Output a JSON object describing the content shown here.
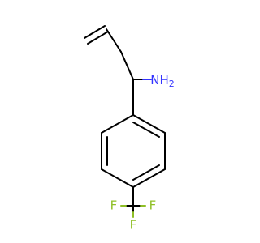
{
  "molecule": {
    "atoms": {
      "amine": "NH",
      "amine_h_subscript": "2",
      "fluorine_top": "F",
      "fluorine_left": "F",
      "fluorine_right": "F"
    },
    "colors": {
      "bond": "#000000",
      "nitrogen": "#3333ff",
      "fluorine": "#8fbf26",
      "background": "#ffffff"
    }
  }
}
